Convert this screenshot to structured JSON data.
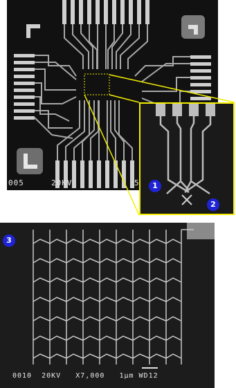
{
  "top_micrograph": {
    "label_left": "005",
    "label_voltage": "20KV",
    "label_right_fragment": "5",
    "description_tags": [
      "chip",
      "bond-pads",
      "zoom-region"
    ]
  },
  "inset": {
    "marker_1": "1",
    "marker_2": "2"
  },
  "bottom_micrograph": {
    "marker_3": "3",
    "scale_bar_text": "0010  20KV   X7,000   1μm WD12"
  },
  "colors": {
    "zoom_outline": "#f2ee00",
    "marker_fill": "#1e24d6"
  }
}
